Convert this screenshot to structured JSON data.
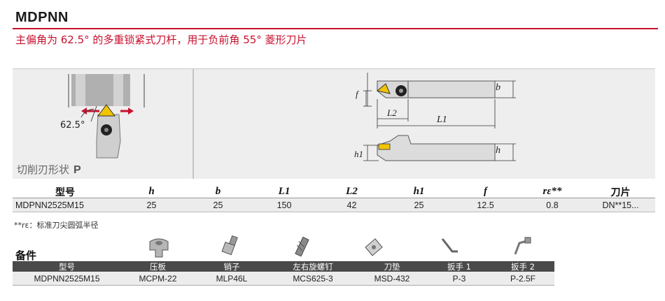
{
  "header": {
    "title": "MDPNN",
    "subtitle": "主偏角为 62.5°  的多重锁紧式刀杆，用于负前角 55°  菱形刀片"
  },
  "diagram": {
    "angle_label": "62.5°",
    "shape_caption": "切削刃形状",
    "shape_code": "P",
    "dim_labels": {
      "f": "f",
      "b": "b",
      "L2": "L2",
      "L1": "L1",
      "h1": "h1",
      "h": "h"
    }
  },
  "spec_table": {
    "headers": [
      "型号",
      "h",
      "b",
      "L1",
      "L2",
      "h1",
      "f",
      "rε**",
      "刀片"
    ],
    "rows": [
      [
        "MDPNN2525M15",
        "25",
        "25",
        "150",
        "42",
        "25",
        "12.5",
        "0.8",
        "DN**15..."
      ]
    ]
  },
  "footnote": "**rε：标准刀尖圆弧半径",
  "accessories": {
    "title": "备件",
    "icons": [
      "clamp-icon",
      "pin-icon",
      "screw-icon",
      "shim-icon",
      "wrench-icon",
      "wrench-2-icon"
    ],
    "headers": [
      "型号",
      "压板",
      "销子",
      "左右旋螺钉",
      "刀垫",
      "扳手 1",
      "扳手 2"
    ],
    "rows": [
      [
        "MDPNN2525M15",
        "MCPM-22",
        "MLP46L",
        "MCS625-3",
        "MSD-432",
        "P-3",
        "P-2.5F"
      ]
    ]
  },
  "colors": {
    "accent": "#c8102e",
    "insert": "#f2c400",
    "header_bg": "#4a4a4a"
  }
}
